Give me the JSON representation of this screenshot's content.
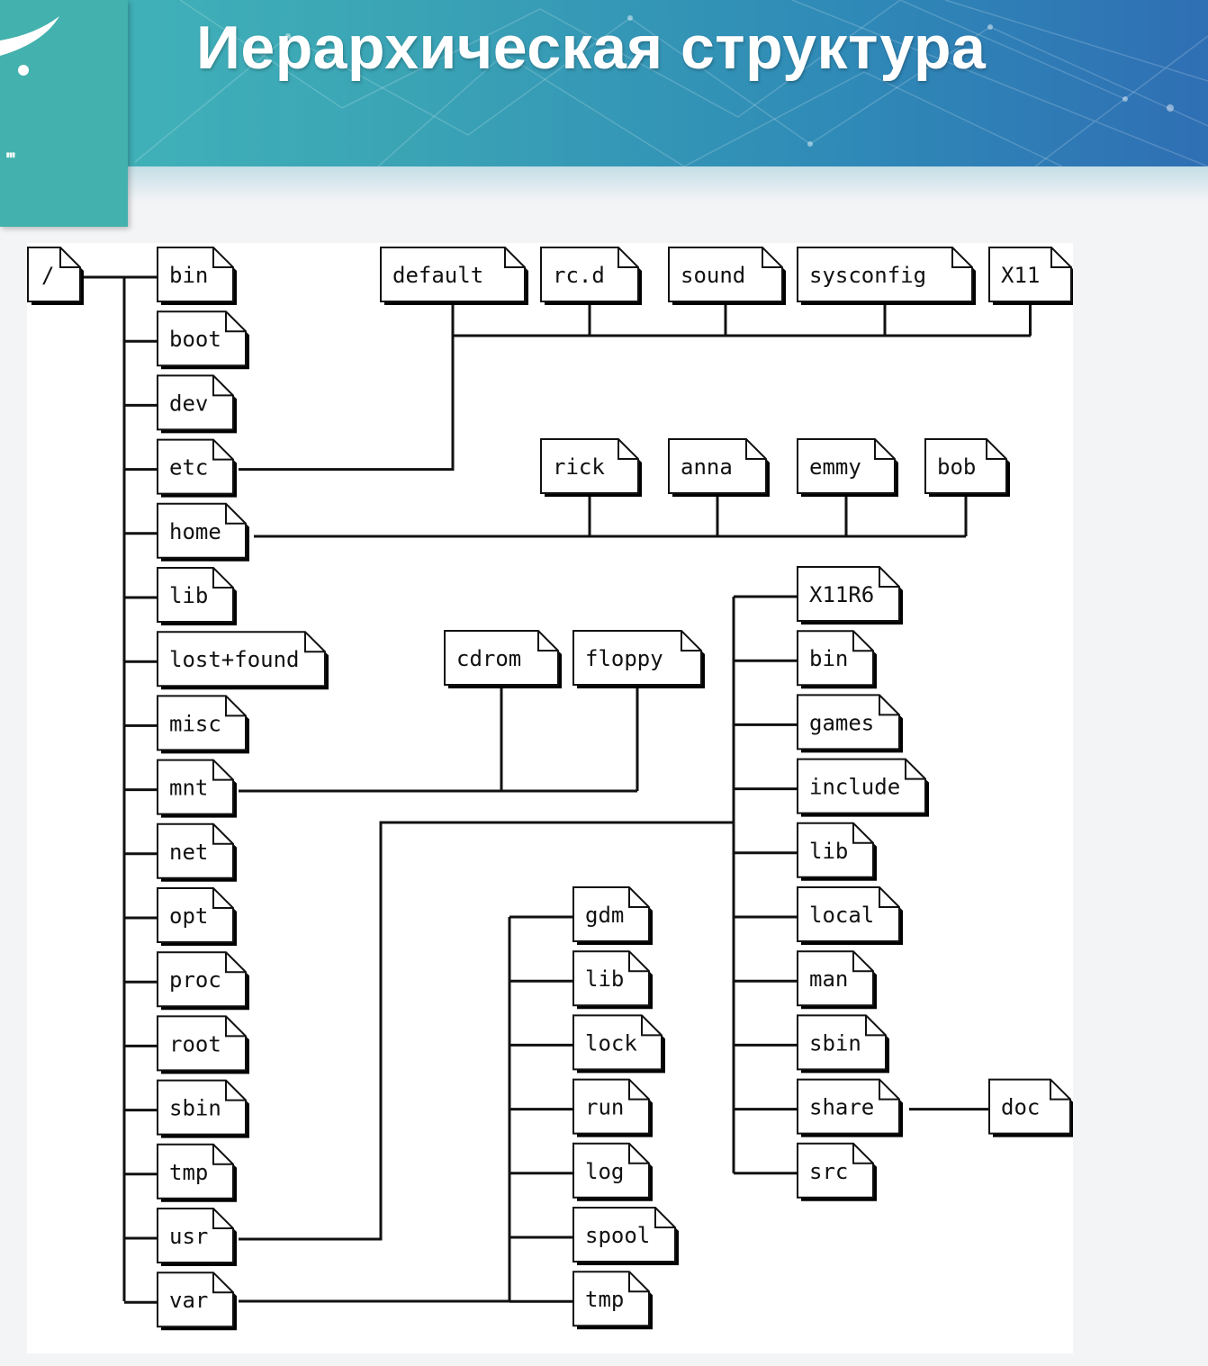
{
  "title": "Иерархическая структура",
  "side_mark": "'''",
  "tree": {
    "root": "/",
    "root_children": [
      "bin",
      "boot",
      "dev",
      "etc",
      "home",
      "lib",
      "lost+found",
      "misc",
      "mnt",
      "net",
      "opt",
      "proc",
      "root",
      "sbin",
      "tmp",
      "usr",
      "var"
    ],
    "etc_children": [
      "default",
      "rc.d",
      "sound",
      "sysconfig",
      "X11"
    ],
    "home_children": [
      "rick",
      "anna",
      "emmy",
      "bob"
    ],
    "mnt_children": [
      "cdrom",
      "floppy"
    ],
    "usr_children": [
      "X11R6",
      "bin",
      "games",
      "include",
      "lib",
      "local",
      "man",
      "sbin",
      "share",
      "src"
    ],
    "share_children": [
      "doc"
    ],
    "var_children": [
      "gdm",
      "lib",
      "lock",
      "run",
      "log",
      "spool",
      "tmp"
    ]
  }
}
